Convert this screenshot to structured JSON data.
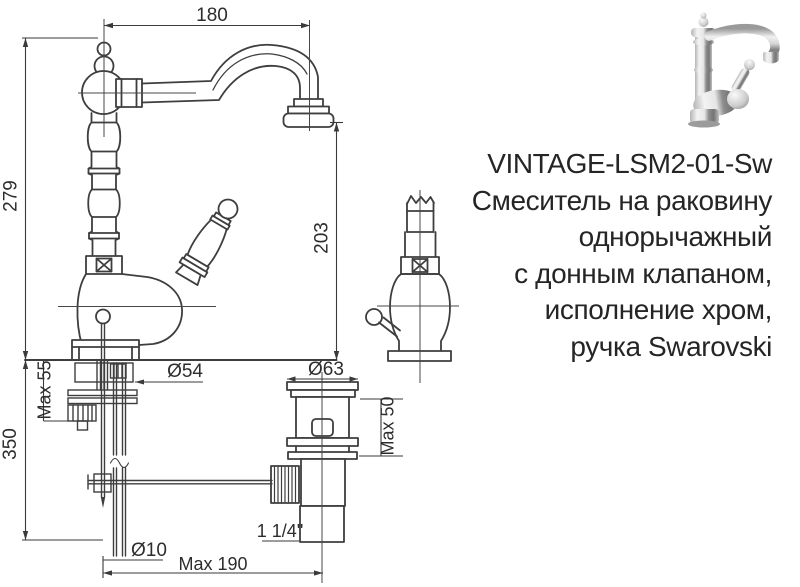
{
  "product": {
    "code": "VINTAGE-LSM2-01-Sw",
    "description": [
      "Смеситель на раковину",
      "однорычажный",
      "с донным клапаном,",
      "исполнение хром,",
      "ручка Swarovski"
    ]
  },
  "dimensions": {
    "spout_reach": "180",
    "total_height": "279",
    "outlet_height": "203",
    "below_deck_depth": "350",
    "max_deck_thickness": "Max 55",
    "base_diameter": "Ø54",
    "drain_flange_diameter": "Ø63",
    "drain_body_height": "Max 50",
    "rod_diameter": "Ø10",
    "drain_offset": "Max 190",
    "drain_thread": "1 1/4\""
  },
  "colors": {
    "drawing_line": "#3e3e3e",
    "text": "#252525",
    "background": "#ffffff"
  }
}
